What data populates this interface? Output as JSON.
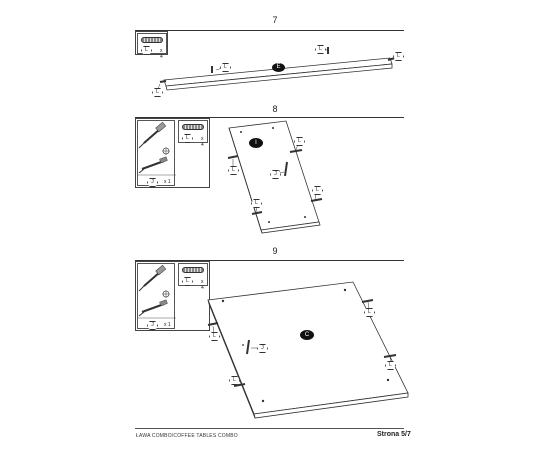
{
  "steps": [
    {
      "number": "7",
      "parts": [
        {
          "icon": "wood-dowel-icon",
          "code": "L",
          "qty": "x 4"
        }
      ],
      "panel_label": "E",
      "callouts": [
        "L",
        "L",
        "L"
      ]
    },
    {
      "number": "8",
      "tools": [
        {
          "icon": "screwdriver-icon",
          "bit": "phillips-icon"
        },
        {
          "icon": "screw-icon",
          "code": "J",
          "qty": "x 1"
        }
      ],
      "parts": [
        {
          "icon": "wood-dowel-icon",
          "code": "L",
          "qty": "x 4"
        }
      ],
      "panel_label": "I",
      "callouts": [
        "L",
        "J",
        "L"
      ]
    },
    {
      "number": "9",
      "tools": [
        {
          "icon": "screwdriver-icon",
          "bit": "phillips-icon"
        },
        {
          "icon": "screw-icon",
          "code": "J",
          "qty": "x 1"
        }
      ],
      "parts": [
        {
          "icon": "wood-dowel-icon",
          "code": "L",
          "qty": "x 4"
        }
      ],
      "panel_label": "C",
      "callouts": [
        "L",
        "J",
        "L"
      ]
    }
  ],
  "footer": {
    "product": "ŁAWA COMBO/COFFEE TABLES COMBO",
    "page": "Strona 5/7"
  }
}
